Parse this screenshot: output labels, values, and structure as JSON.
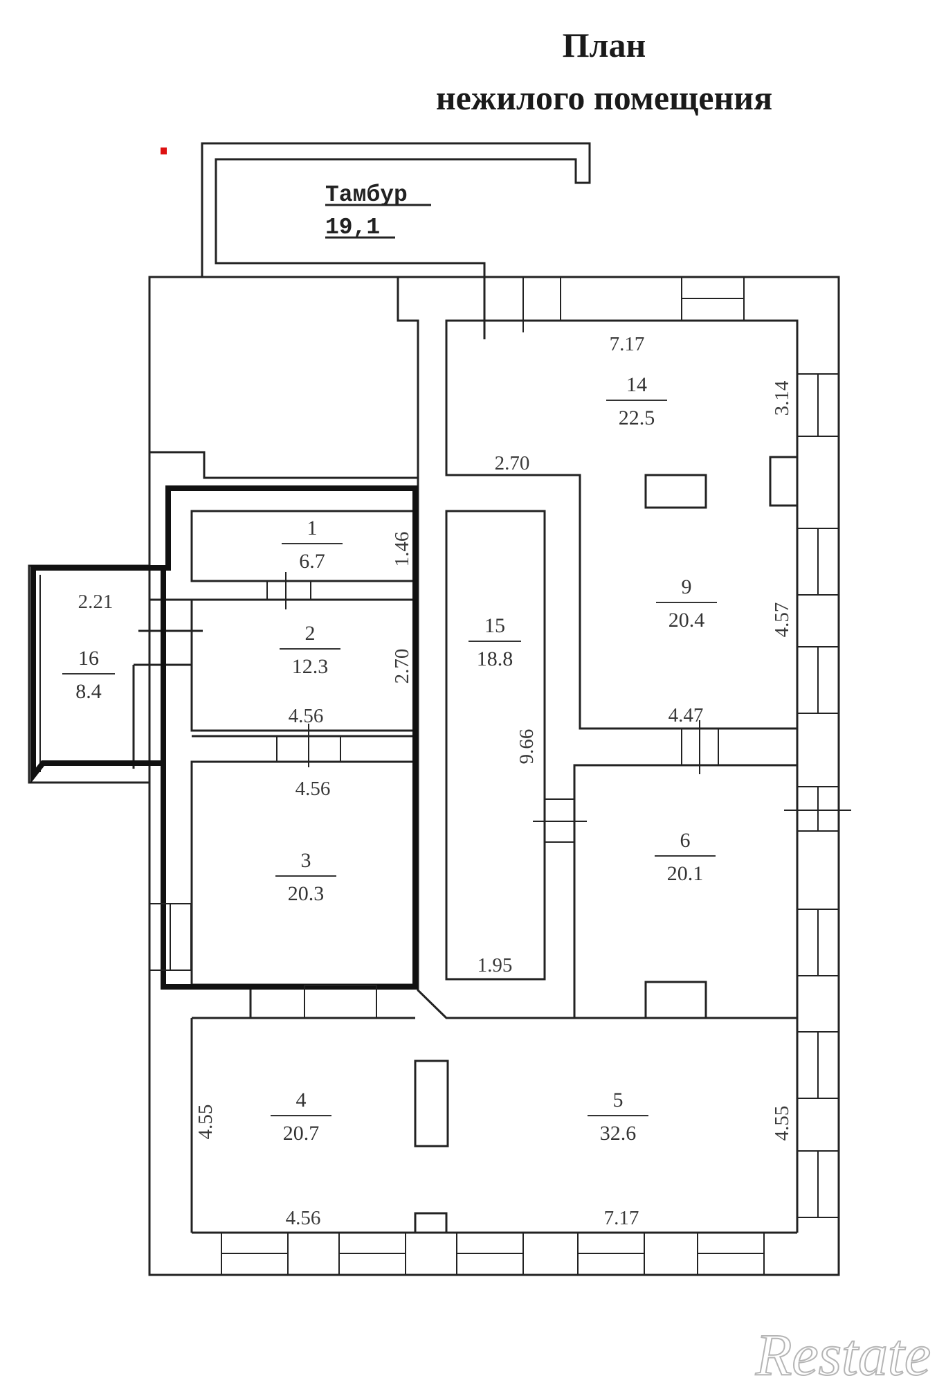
{
  "title": {
    "line1": "План",
    "line2": "нежилого помещения"
  },
  "tambur": {
    "label": "Тамбур",
    "area": "19,1"
  },
  "rooms": [
    {
      "id": "14",
      "number": "14",
      "area": "22.5"
    },
    {
      "id": "9",
      "number": "9",
      "area": "20.4"
    },
    {
      "id": "1",
      "number": "1",
      "area": "6.7"
    },
    {
      "id": "2",
      "number": "2",
      "area": "12.3"
    },
    {
      "id": "16",
      "number": "16",
      "area": "8.4"
    },
    {
      "id": "15",
      "number": "15",
      "area": "18.8"
    },
    {
      "id": "3",
      "number": "3",
      "area": "20.3"
    },
    {
      "id": "6",
      "number": "6",
      "area": "20.1"
    },
    {
      "id": "4",
      "number": "4",
      "area": "20.7"
    },
    {
      "id": "5",
      "number": "5",
      "area": "32.6"
    }
  ],
  "dimensions": [
    {
      "id": "r14-top",
      "value": "7.17"
    },
    {
      "id": "r14-right",
      "value": "3.14"
    },
    {
      "id": "r14-bottom",
      "value": "2.70"
    },
    {
      "id": "r1-right",
      "value": "1.46"
    },
    {
      "id": "r16-top",
      "value": "2.21"
    },
    {
      "id": "r2-right",
      "value": "2.70"
    },
    {
      "id": "r2-bottom",
      "value": "4.56"
    },
    {
      "id": "r3-top",
      "value": "4.56"
    },
    {
      "id": "r9-right",
      "value": "4.57"
    },
    {
      "id": "r9-bottom",
      "value": "4.47"
    },
    {
      "id": "r15-side",
      "value": "9.66"
    },
    {
      "id": "r15-bottom",
      "value": "1.95"
    },
    {
      "id": "r4-left",
      "value": "4.55"
    },
    {
      "id": "r5-right",
      "value": "4.55"
    },
    {
      "id": "r4-bottom",
      "value": "4.56"
    },
    {
      "id": "r5-bottom",
      "value": "7.17"
    }
  ],
  "watermark": "Restate",
  "colors": {
    "wall": "#222222",
    "bold_outline": "#111111",
    "marker": "#dd1111"
  }
}
